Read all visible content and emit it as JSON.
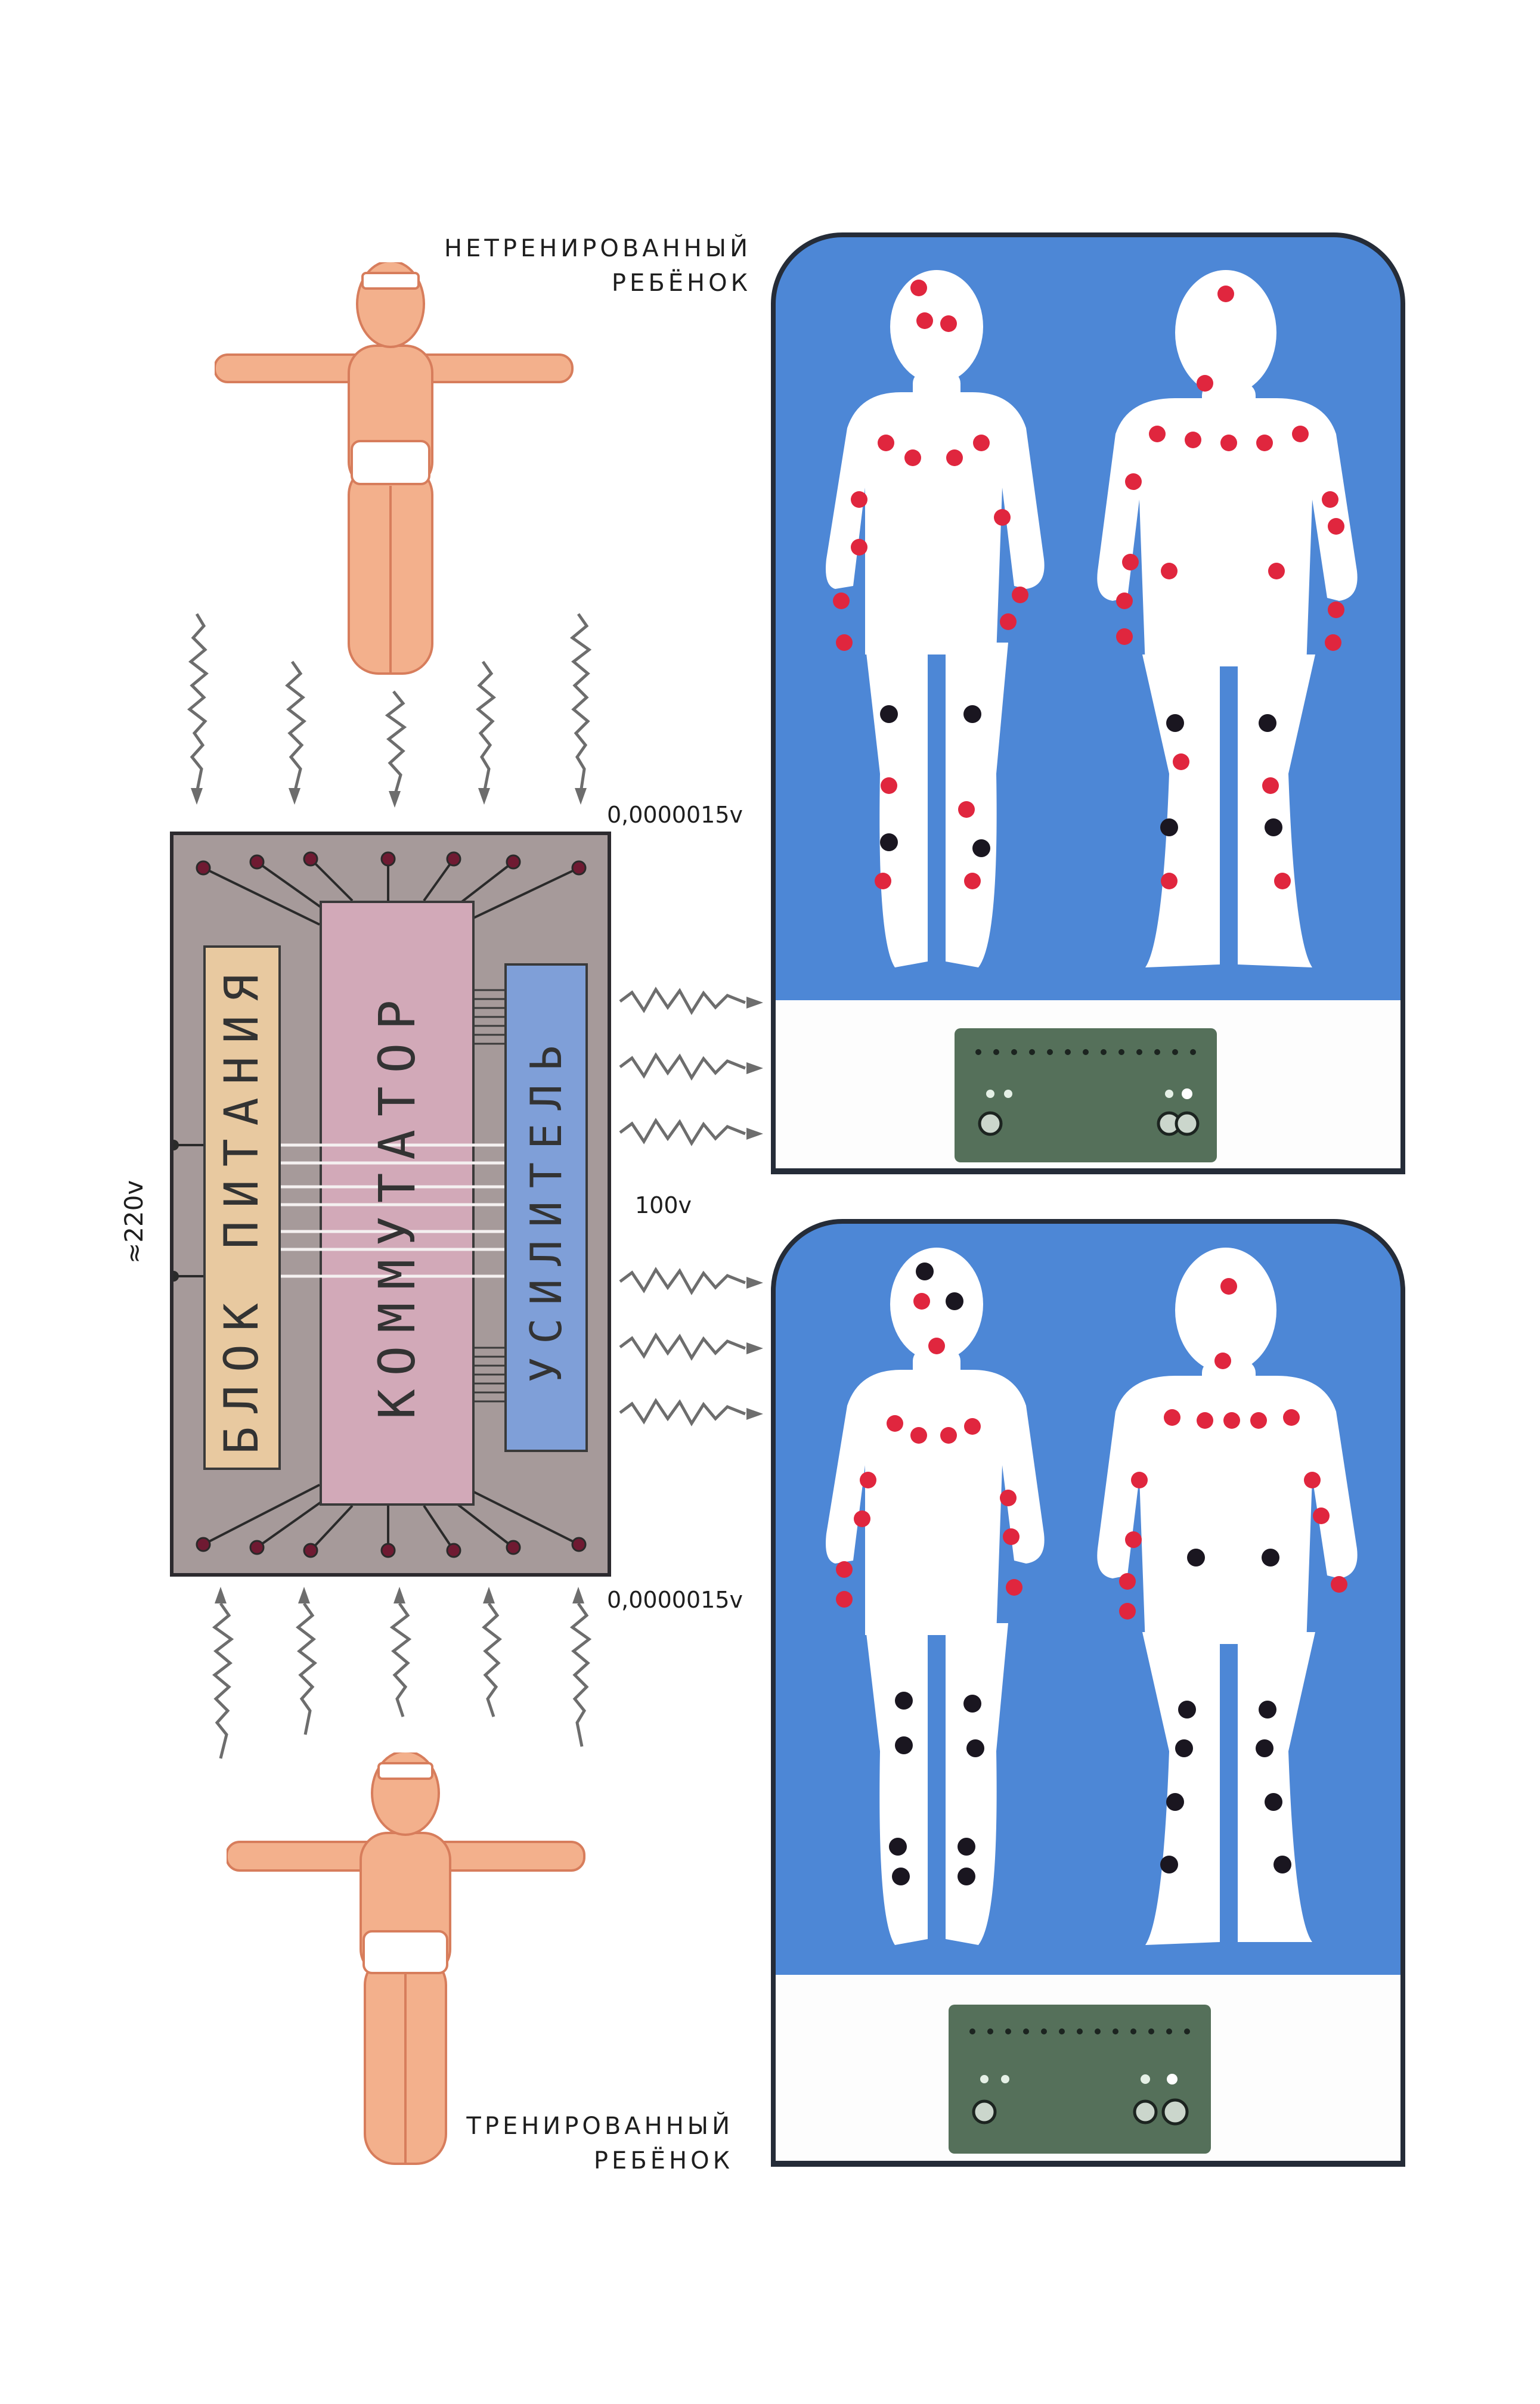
{
  "labels": {
    "untrained_line1": "НЕТРЕНИРОВАННЫЙ",
    "untrained_line2": "РЕБЁНОК",
    "trained_line1": "ТРЕНИРОВАННЫЙ",
    "trained_line2": "РЕБЁНОК",
    "power_block": "БЛОК ПИТАНИЯ",
    "commutator": "КОММУТАТОР",
    "amplifier": "УСИЛИТЕЛЬ",
    "mains_voltage": "≈220v",
    "input_voltage_top": "0,0000015v",
    "output_voltage": "100v",
    "input_voltage_bottom": "0,0000015v"
  },
  "colors": {
    "screen_blue": "#4d87d6",
    "silhouette": "#ffffff",
    "active_point": "#e0263e",
    "inactive_point": "#1a1620",
    "device_body": "#a69a9a",
    "commutator_pink": "#d2a9b8",
    "amplifier_blue": "#7f9fd8",
    "power_block_tan": "#e8c9a0",
    "child_skin": "#f3b08c",
    "console_green": "#55705a"
  }
}
